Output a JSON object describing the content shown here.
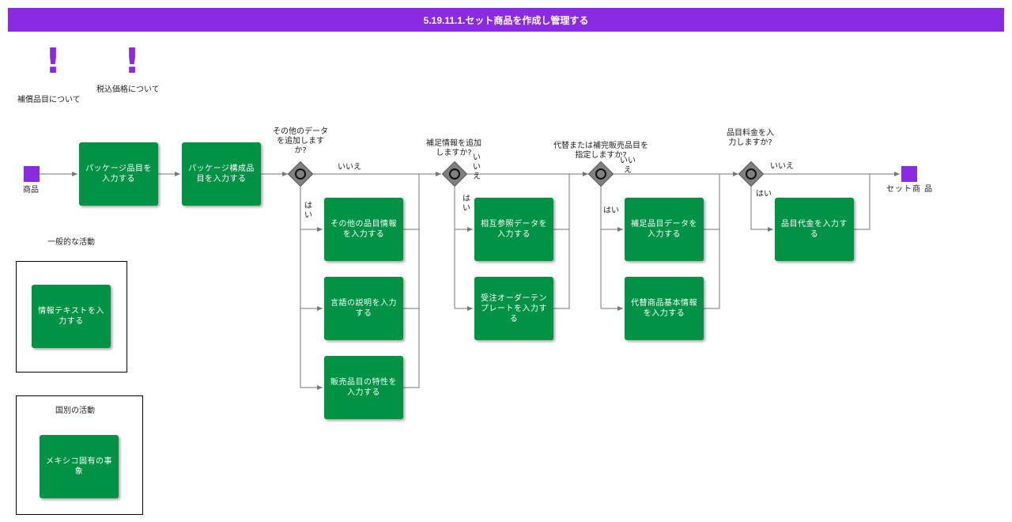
{
  "title": "5.19.11.1.セット商品を作成し管理する",
  "notes": {
    "compensation": "補償品目について",
    "tax_price": "税込価格について"
  },
  "events": {
    "start": "商品",
    "end": "セット商 品"
  },
  "activities": {
    "package_item": "パッケージ品目を入力する",
    "package_component": "パッケージ構成品目を入力する",
    "other_item_info": "その他の品目情報を入力する",
    "language_desc": "言語の説明を入力する",
    "sales_item_traits": "販売品目の特性を入力する",
    "cross_reference": "相互参照データを入力する",
    "order_template": "受注オーダーテンプレートを入力する",
    "supplement_item_data": "補足品目データを入力する",
    "substitute_basic_info": "代替商品基本情報を入力する",
    "item_fee": "品目代金を入力する"
  },
  "gateways": {
    "g1": "その他のデータを追加しますか?",
    "g2": "補足情報を追加しますか?",
    "g3": "代替または補完販売品目を指定しますか?",
    "g4": "品目料金を入力しますか?"
  },
  "flow_labels": {
    "yes": "はい",
    "no": "いいえ"
  },
  "legend": {
    "general_title": "一般的な活動",
    "general_activity": "情報テキストを入力する",
    "country_title": "国別の活動",
    "country_activity": "メキシコ固有の事象"
  },
  "colors": {
    "accent": "#8a2be2",
    "activity": "#009245",
    "gateway": "#808080"
  }
}
